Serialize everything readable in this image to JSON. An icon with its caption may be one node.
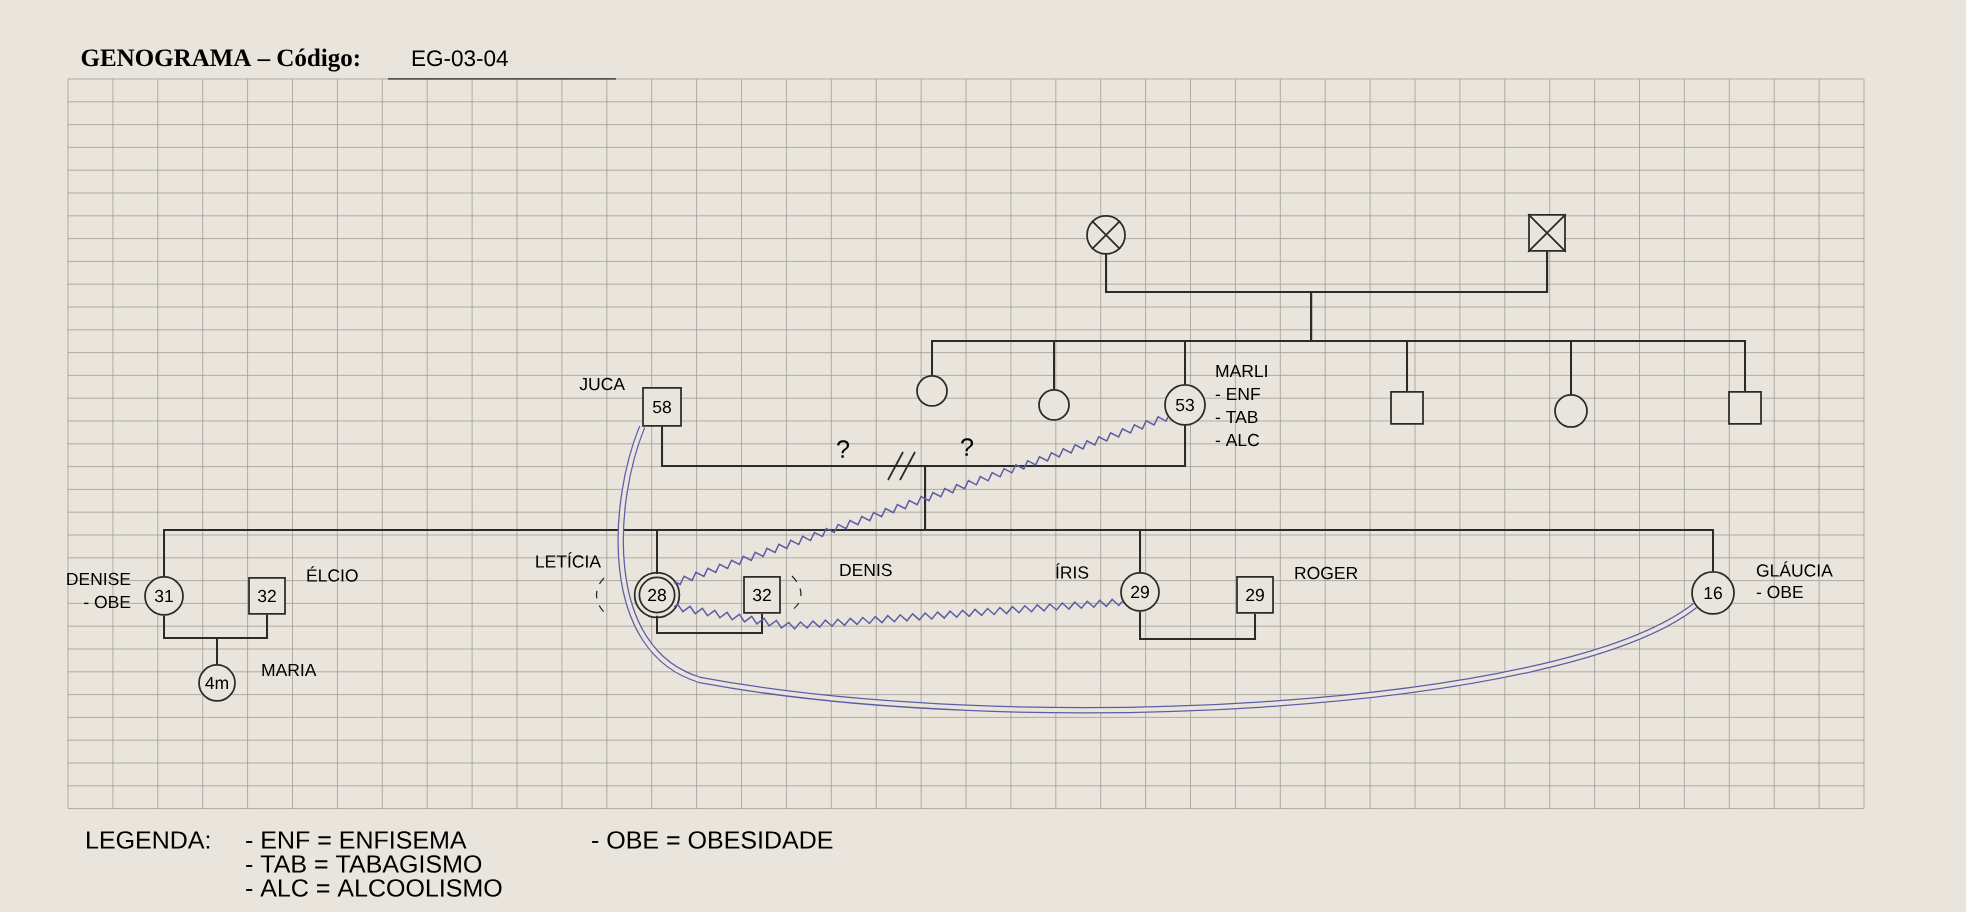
{
  "diagram": {
    "title": "GENOGRAMA – Código:",
    "nodes": [
      {
        "text": [],
        "shape": "circle"
      },
      {
        "text": [],
        "shape": "box"
      },
      {
        "text": [],
        "shape": "circle"
      },
      {
        "text": [],
        "shape": "circle"
      },
      {
        "text": [
          "53"
        ],
        "beside": [
          "MARLI",
          "- ENF",
          "- TAB",
          "- ALC"
        ]
      },
      {
        "text": [],
        "shape": "box"
      },
      {
        "text": [],
        "shape": "circle"
      },
      {
        "text": [],
        "shape": "box"
      },
      {
        "text": [
          "58"
        ],
        "beside": [
          "JUCA"
        ]
      },
      {
        "text": [
          "31"
        ],
        "beside": [
          "DENISE",
          "- OBE"
        ]
      },
      {
        "text": [
          "32"
        ],
        "beside": [
          "ÉLCIO"
        ]
      },
      {
        "text": [
          "4m"
        ],
        "beside": [
          "MARIA"
        ]
      },
      {
        "text": [
          "28"
        ],
        "beside": [
          "LETÍCIA"
        ]
      },
      {
        "text": [
          "32"
        ],
        "beside": [
          "DENIS"
        ]
      },
      {
        "text": [
          "29"
        ],
        "beside": [
          "ÍRIS"
        ]
      },
      {
        "text": [
          "29"
        ],
        "beside": [
          "ROGER"
        ]
      },
      {
        "text": [
          "16"
        ],
        "beside": [
          "GLÁUCIA",
          "- OBE"
        ]
      }
    ],
    "edges": [
      {
        "from": 0,
        "to": 1,
        "arrow": "none"
      },
      {
        "from": 0,
        "to": 2,
        "arrow": "none"
      },
      {
        "from": 0,
        "to": 3,
        "arrow": "none"
      },
      {
        "from": 0,
        "to": 4,
        "arrow": "none"
      },
      {
        "from": 0,
        "to": 5,
        "arrow": "none"
      },
      {
        "from": 0,
        "to": 6,
        "arrow": "none"
      },
      {
        "from": 0,
        "to": 7,
        "arrow": "none"
      },
      {
        "from": 1,
        "to": 2,
        "arrow": "none"
      },
      {
        "from": 1,
        "to": 3,
        "arrow": "none"
      },
      {
        "from": 1,
        "to": 4,
        "arrow": "none"
      },
      {
        "from": 1,
        "to": 5,
        "arrow": "none"
      },
      {
        "from": 1,
        "to": 6,
        "arrow": "none"
      },
      {
        "from": 1,
        "to": 7,
        "arrow": "none"
      },
      {
        "from": 8,
        "to": 4,
        "arrow": "none"
      },
      {
        "from": 8,
        "to": 9,
        "arrow": "none"
      },
      {
        "from": 8,
        "to": 12,
        "arrow": "none"
      },
      {
        "from": 8,
        "to": 14,
        "arrow": "none"
      },
      {
        "from": 8,
        "to": 16,
        "arrow": "none"
      },
      {
        "from": 4,
        "to": 9,
        "arrow": "none"
      },
      {
        "from": 4,
        "to": 12,
        "arrow": "none"
      },
      {
        "from": 4,
        "to": 14,
        "arrow": "none"
      },
      {
        "from": 4,
        "to": 16,
        "arrow": "none"
      },
      {
        "from": 9,
        "to": 10,
        "arrow": "none"
      },
      {
        "from": 9,
        "to": 11,
        "arrow": "none"
      },
      {
        "from": 10,
        "to": 11,
        "arrow": "none"
      },
      {
        "from": 12,
        "to": 13,
        "arrow": "none"
      },
      {
        "from": 14,
        "to": 15,
        "arrow": "none"
      },
      {
        "from": 4,
        "to": 12,
        "arrow": "none",
        "color": "#5b5ea6"
      },
      {
        "from": 12,
        "to": 14,
        "arrow": "none",
        "color": "#5b5ea6"
      },
      {
        "from": 8,
        "to": 16,
        "arrow": "none",
        "style": "thick",
        "color": "#5b5ea6"
      }
    ],
    "labels": [
      "EG-03-04",
      "?",
      "?",
      "LEGENDA:",
      "- ENF = ENFISEMA",
      "- OBE = OBESIDADE",
      "- TAB = TABAGISMO",
      "- ALC = ALCOOLISMO"
    ]
  }
}
